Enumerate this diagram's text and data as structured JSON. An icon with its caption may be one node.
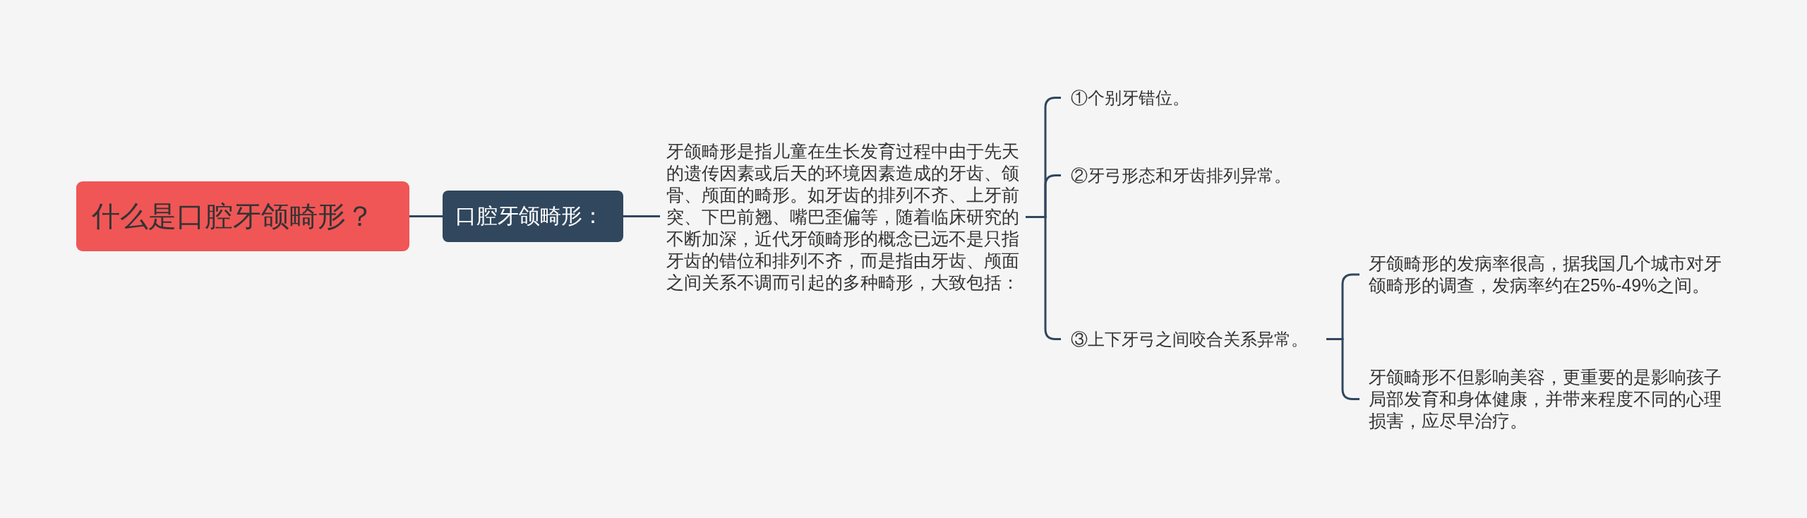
{
  "diagram": {
    "nodes": [
      {
        "text": [
          "什么是口腔牙颌畸形？"
        ]
      },
      {
        "text": [
          "口腔牙颌畸形："
        ]
      },
      {
        "text": [
          "牙颌畸形是指儿童在生长发育过程中由于先天的遗传因素或后天的环境因素造成的牙齿、颌骨、颅面的畸形。如牙齿的排列不齐、上牙前突、下巴前翘、嘴巴歪偏等，随着临床研究的不断加深，近代牙颌畸形的概念已远不是只指牙齿的错位和排列不齐，而是指由牙齿、颅面之间关系不调而引起的多种畸形，大致包括："
        ]
      },
      {
        "text": [
          "①个别牙错位。"
        ]
      },
      {
        "text": [
          "②牙弓形态和牙齿排列异常。"
        ]
      },
      {
        "text": [
          "③上下牙弓之间咬合关系异常。"
        ]
      },
      {
        "text": [
          "牙颌畸形的发病率很高，据我国几个城市对牙颌畸形的调查，发病率约在25%-49%之间。"
        ]
      },
      {
        "text": [
          "牙颌畸形不但影响美容，更重要的是影响孩子局部发育和身体健康，并带来程度不同的心理损害，应尽早治疗。"
        ]
      }
    ],
    "edges": [
      {
        "from": 0,
        "to": 1,
        "arrow": "none"
      },
      {
        "from": 1,
        "to": 2,
        "arrow": "none"
      },
      {
        "from": 2,
        "to": 3,
        "arrow": "none"
      },
      {
        "from": 2,
        "to": 4,
        "arrow": "none"
      },
      {
        "from": 2,
        "to": 5,
        "arrow": "none"
      },
      {
        "from": 5,
        "to": 6,
        "arrow": "none"
      },
      {
        "from": 5,
        "to": 7,
        "arrow": "none"
      }
    ]
  }
}
